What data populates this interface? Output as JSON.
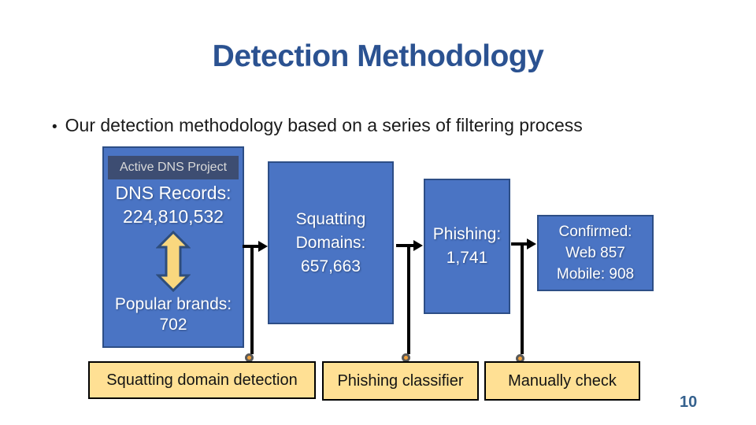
{
  "slide": {
    "title": "Detection Methodology",
    "bullet_glyph": "•",
    "bullet": "Our detection methodology based on a series of filtering process",
    "page_number": "10"
  },
  "flow": {
    "source_box": {
      "header": "Active DNS Project",
      "line1": "DNS Records:",
      "line2": "224,810,532",
      "arrow_icon": "double-vertical-arrow-icon",
      "line3": "Popular brands:",
      "line4": "702"
    },
    "stage_boxes": [
      {
        "name": "squatting-domains",
        "lines": [
          "Squatting",
          "Domains:",
          "657,663"
        ]
      },
      {
        "name": "phishing",
        "lines": [
          "Phishing:",
          "1,741"
        ]
      },
      {
        "name": "confirmed",
        "lines": [
          "Confirmed:",
          "Web 857",
          "Mobile: 908"
        ]
      }
    ],
    "process_boxes": [
      {
        "label": "Squatting domain detection"
      },
      {
        "label": "Phishing classifier"
      },
      {
        "label": "Manually check"
      }
    ]
  },
  "colors": {
    "title": "#2B5291",
    "box_blue_fill": "#4A74C4",
    "box_blue_border": "#2D4E86",
    "header_fill": "#3D4D72",
    "header_text": "#D9D9D9",
    "box_text": "#FFFFFF",
    "double_arrow_fill": "#F9D77E",
    "double_arrow_stroke": "#2E4D7B",
    "process_fill": "#FFE094",
    "process_border": "#000000",
    "connector": "#000000",
    "dot_fill": "#F0A13C",
    "dot_ring": "#595959",
    "page_number": "#35618E"
  }
}
